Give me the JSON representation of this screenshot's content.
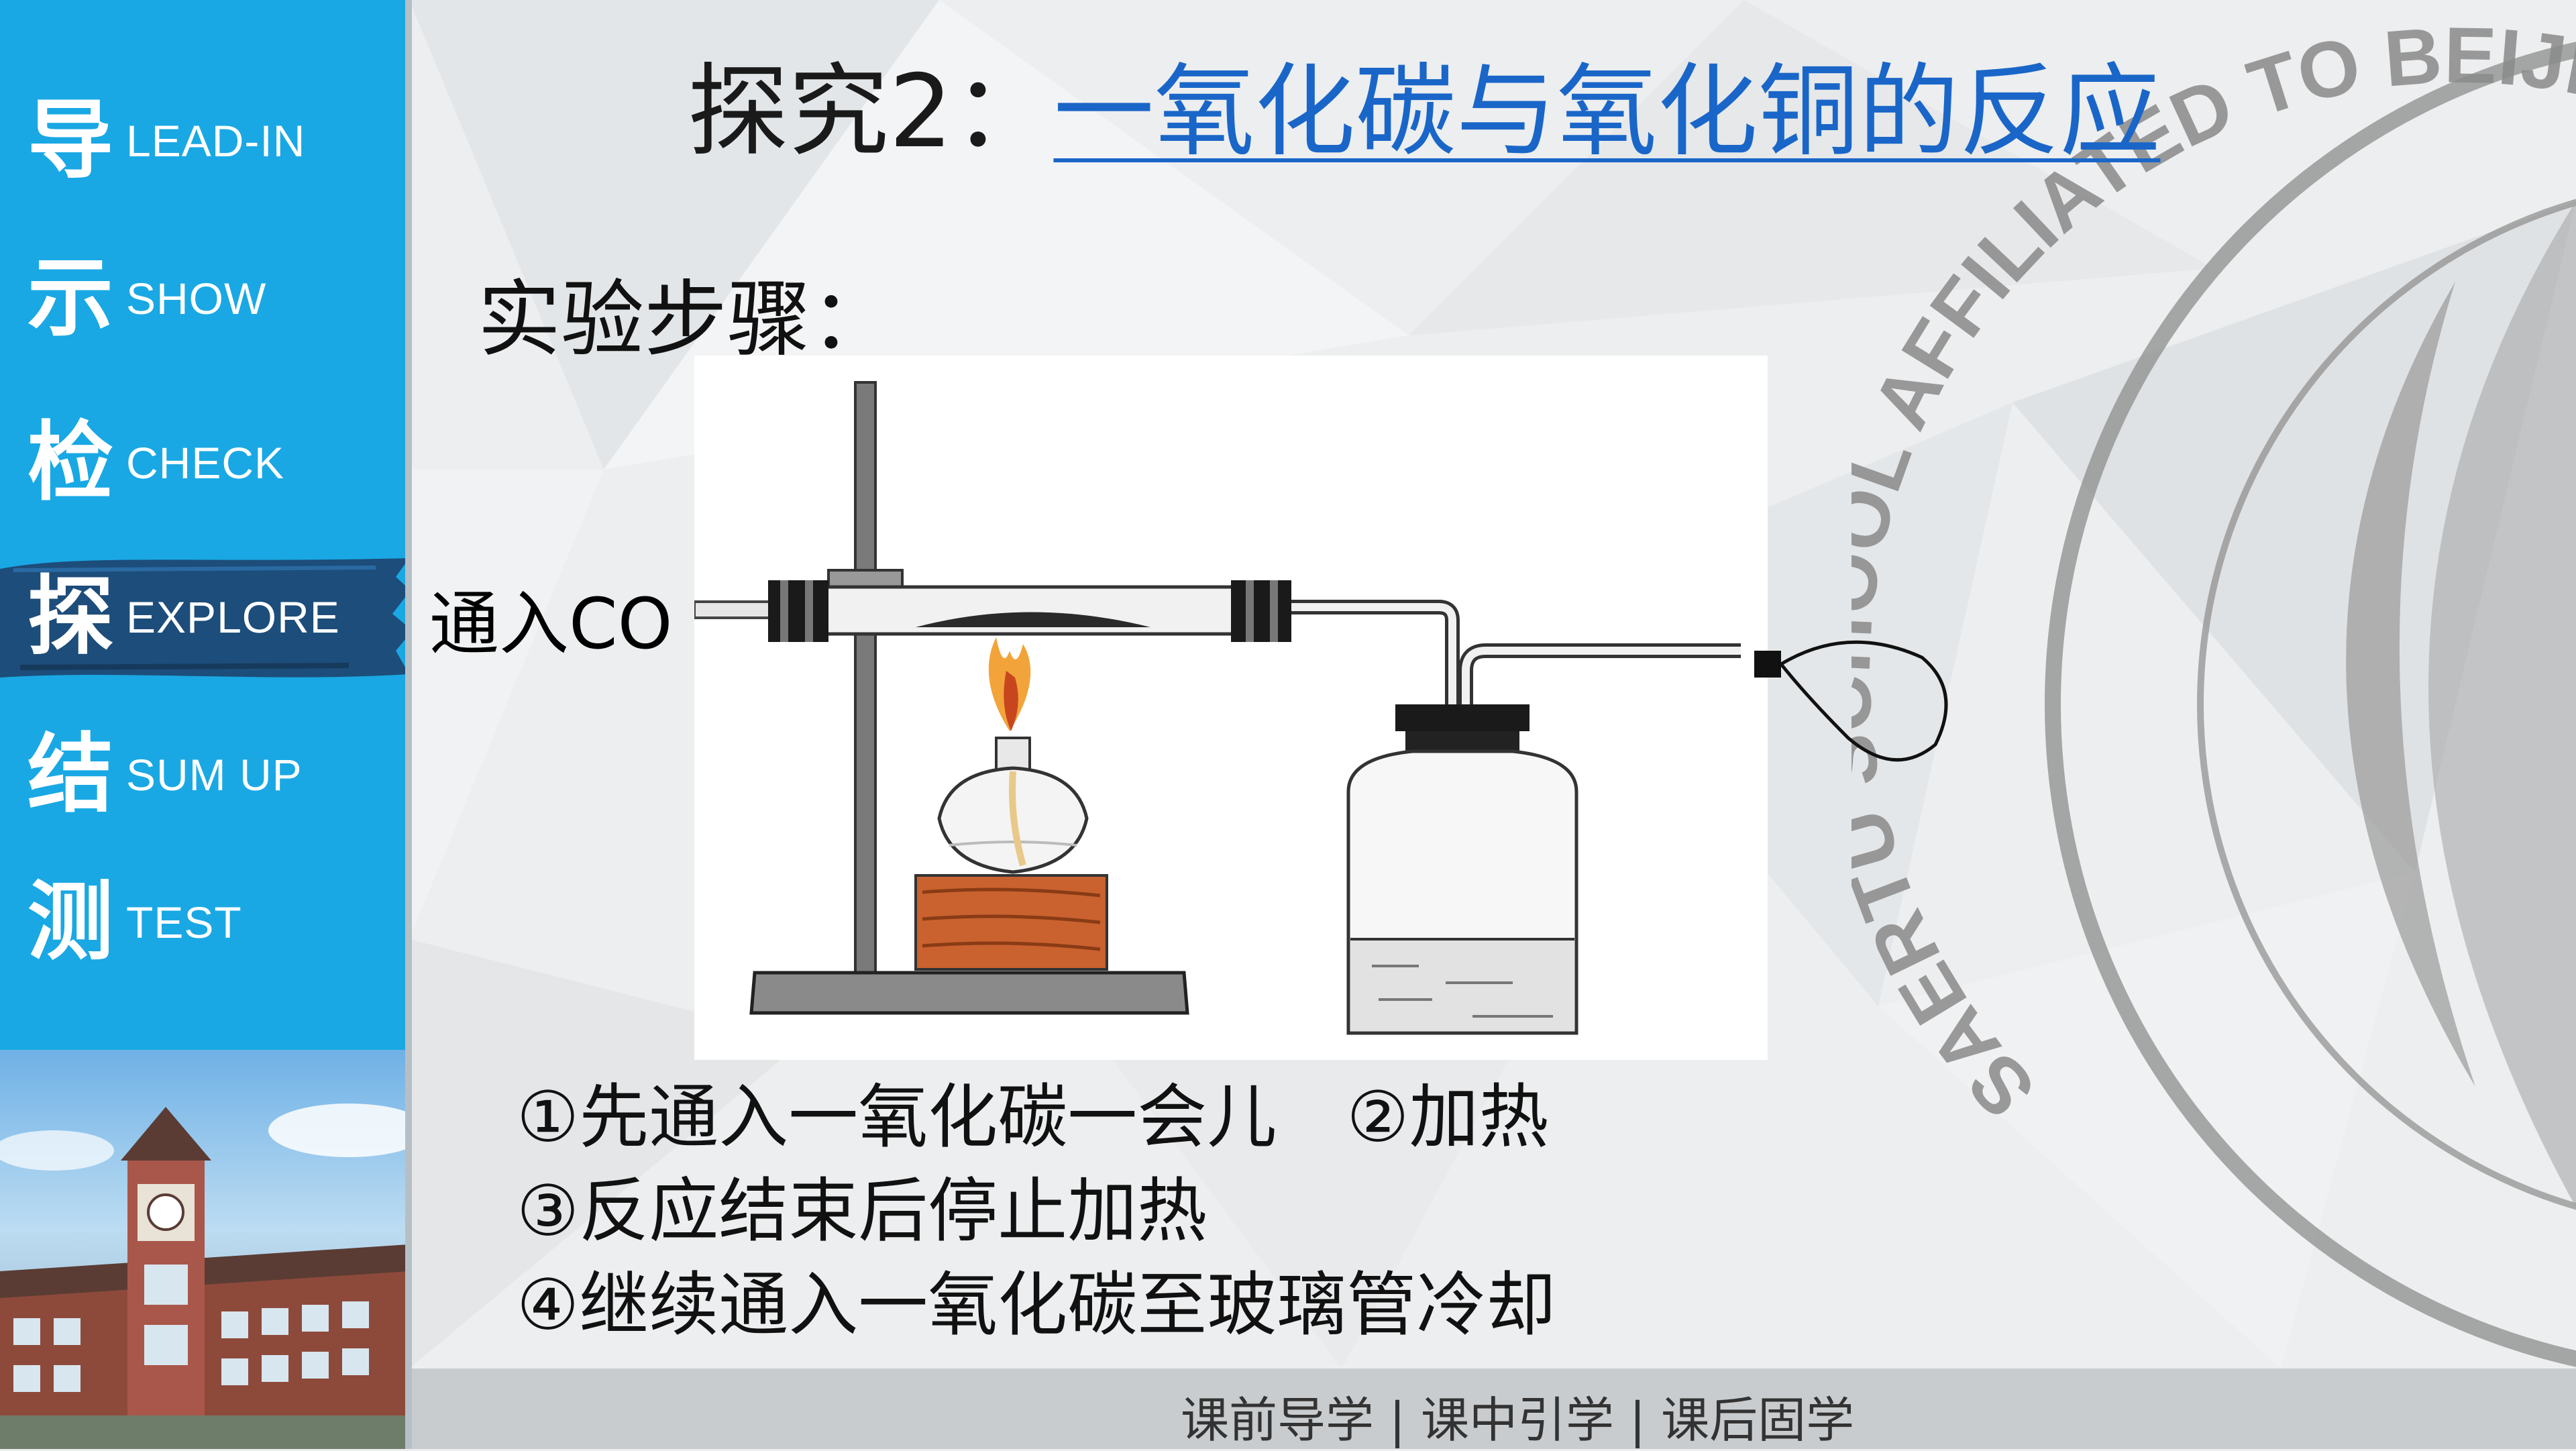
{
  "sidebar": {
    "items": [
      {
        "cn": "导",
        "en": "LEAD-IN"
      },
      {
        "cn": "示",
        "en": "SHOW"
      },
      {
        "cn": "检",
        "en": "CHECK"
      },
      {
        "cn": "探",
        "en": "EXPLORE"
      },
      {
        "cn": "结",
        "en": "SUM UP"
      },
      {
        "cn": "测",
        "en": "TEST"
      }
    ],
    "active_index": 3
  },
  "title": {
    "prefix": "探究2：",
    "link": "一氧化碳与氧化铜的反应"
  },
  "subtitle": "实验步骤：",
  "co_label": "通入CO",
  "steps": [
    "①先通入一氧化碳一会儿　②加热",
    "③反应结束后停止加热",
    "④继续通入一氧化碳至玻璃管冷却"
  ],
  "footer": "课前导学 | 课中引学 | 课后固学",
  "watermark": {
    "text": "SAERTU SCHOOL AFFILIATED TO BEIJI"
  },
  "colors": {
    "sidebar": "#19a8e4",
    "active_stroke": "#1d4d7a",
    "link": "#1a66c8",
    "footer": "#c9ccce"
  }
}
